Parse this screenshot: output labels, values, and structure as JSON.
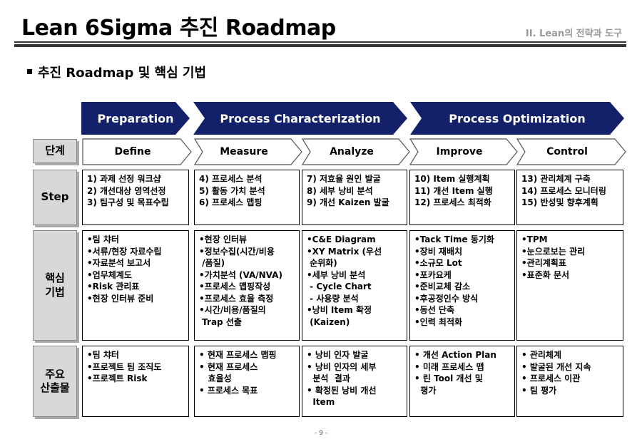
{
  "header": {
    "title": "Lean 6Sigma 추진 Roadmap",
    "section": "II. Lean의 전략과 도구"
  },
  "subtitle": "추진 Roadmap 및 핵심 기법",
  "phases": [
    "Preparation",
    "Process Characterization",
    "Process Optimization"
  ],
  "row_labels": {
    "stage": "단계",
    "step": "Step",
    "tech_1": "핵심",
    "tech_2": "기법",
    "out_1": "주요",
    "out_2": "산출물"
  },
  "stages": [
    "Define",
    "Measure",
    "Analyze",
    "Improve",
    "Control"
  ],
  "steps": [
    [
      "1) 과제 선정 워크샵",
      "2) 개선대상 영역선정",
      "3) 팀구성 및 목표수립"
    ],
    [
      "4) 프로세스 분석",
      "5) 활동 가치 분석",
      "6) 프로세스 맵핑"
    ],
    [
      "7) 저효율 원인 발굴",
      "8) 세부 낭비 분석",
      "9) 개선 Kaizen 발굴"
    ],
    [
      "10) Item 실행계획",
      "11) 개선 Item 실행",
      "12) 프로세스 최적화"
    ],
    [
      "13) 관리체계 구축",
      "14) 프로세스 모니터링",
      "15) 반성및 향후계획"
    ]
  ],
  "techniques": [
    [
      "•팀 챠터",
      "•서류/현장 자료수립",
      "•자료분석 보고서",
      "•업무체계도",
      "•Risk 관리표",
      "•현장 인터뷰 준비"
    ],
    [
      "•현장 인터뷰",
      "•정보수집(시간/비용",
      " /품질)",
      "•가치분석 (VA/NVA)",
      "•프로세스 맵핑작성",
      "•프로세스 효율 측정",
      "•시간/비용/품질의",
      " Trap 선출"
    ],
    [
      "•C&E Diagram",
      "•XY Matrix (우선",
      " 순위화)",
      "•세부 낭비 분석",
      " - Cycle Chart",
      " - 사용량 분석",
      "•낭비 Item 확정",
      " (Kaizen)"
    ],
    [
      "•Tack Time 동기화",
      "•장비 재배치",
      "•소규모 Lot",
      "•포카요케",
      "•준비교체 감소",
      "•후공정인수 방식",
      "•동선 단축",
      "•인력 최적화"
    ],
    [
      "•TPM",
      "•눈으로보는 관리",
      "•관리계획표",
      "•표준화 문서"
    ]
  ],
  "outputs": [
    [
      "•팀 챠터",
      "•프로젝트 팀 조직도",
      "•프로젝트 Risk"
    ],
    [
      "• 현재 프로세스 맵핑",
      "• 현재 프로세스",
      "   효율성",
      "• 프로세스 목표"
    ],
    [
      "• 낭비 인자 발굴",
      "• 낭비 인자의 세부",
      "  분석  결과",
      "• 확정된 낭비 개선",
      "  Item"
    ],
    [
      "• 개선 Action Plan",
      "• 미래 프로세스 맵",
      "• 린 Tool 개선 및",
      "  평가"
    ],
    [
      "• 관리체계",
      "• 발굴된 개선 지속",
      "• 프로세스 이관",
      "• 팀 평가"
    ]
  ],
  "footer": "- 9 -"
}
